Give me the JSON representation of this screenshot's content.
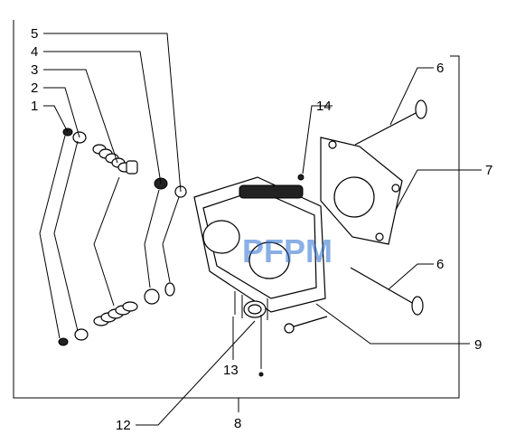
{
  "callouts": {
    "c1": "1",
    "c2": "2",
    "c3": "3",
    "c4": "4",
    "c5": "5",
    "c6a": "6",
    "c6b": "6",
    "c7": "7",
    "c8": "8",
    "c9": "9",
    "c12": "12",
    "c13": "13",
    "c14": "14"
  },
  "watermark": "PFPM",
  "colors": {
    "line": "#000000",
    "watermark": "#2a6fd0",
    "background": "#ffffff"
  }
}
